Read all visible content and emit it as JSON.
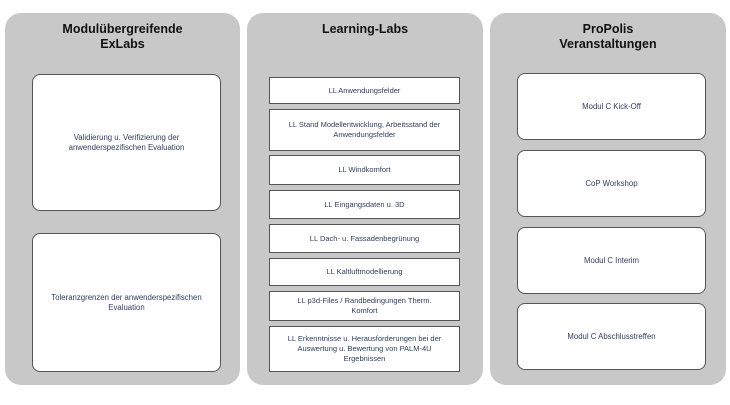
{
  "columns": [
    {
      "title": "Modulübergreifende\nExLabs",
      "items": [
        "Validierung u. Verifizierung der\nanwenderspezifischen Evaluation",
        "Toleranzgrenzen der anwenderspezifischen\nEvaluation"
      ]
    },
    {
      "title": "Learning-Labs",
      "items": [
        "LL Anwendungsfelder",
        "LL Stand Modellentwicklung, Arbeitsstand der\nAnwendungsfelder",
        "LL Windkomfort",
        "LL Eingangsdaten u. 3D",
        "LL Dach- u. Fassadenbegrünung",
        "LL Kaltluftmodellierung",
        "LL p3d-Files / Randbedingungen Therm.\nKomfort",
        "LL Erkenntnisse u. Herausforderungen bei der\nAuswertung u. Bewertung von PALM-4U\nErgebnissen"
      ]
    },
    {
      "title": "ProPolis\nVeranstaltungen",
      "items": [
        "Modul C Kick-Off",
        "CoP Workshop",
        "Modul C Interim",
        "Modul C Abschlusstreffen"
      ]
    }
  ]
}
